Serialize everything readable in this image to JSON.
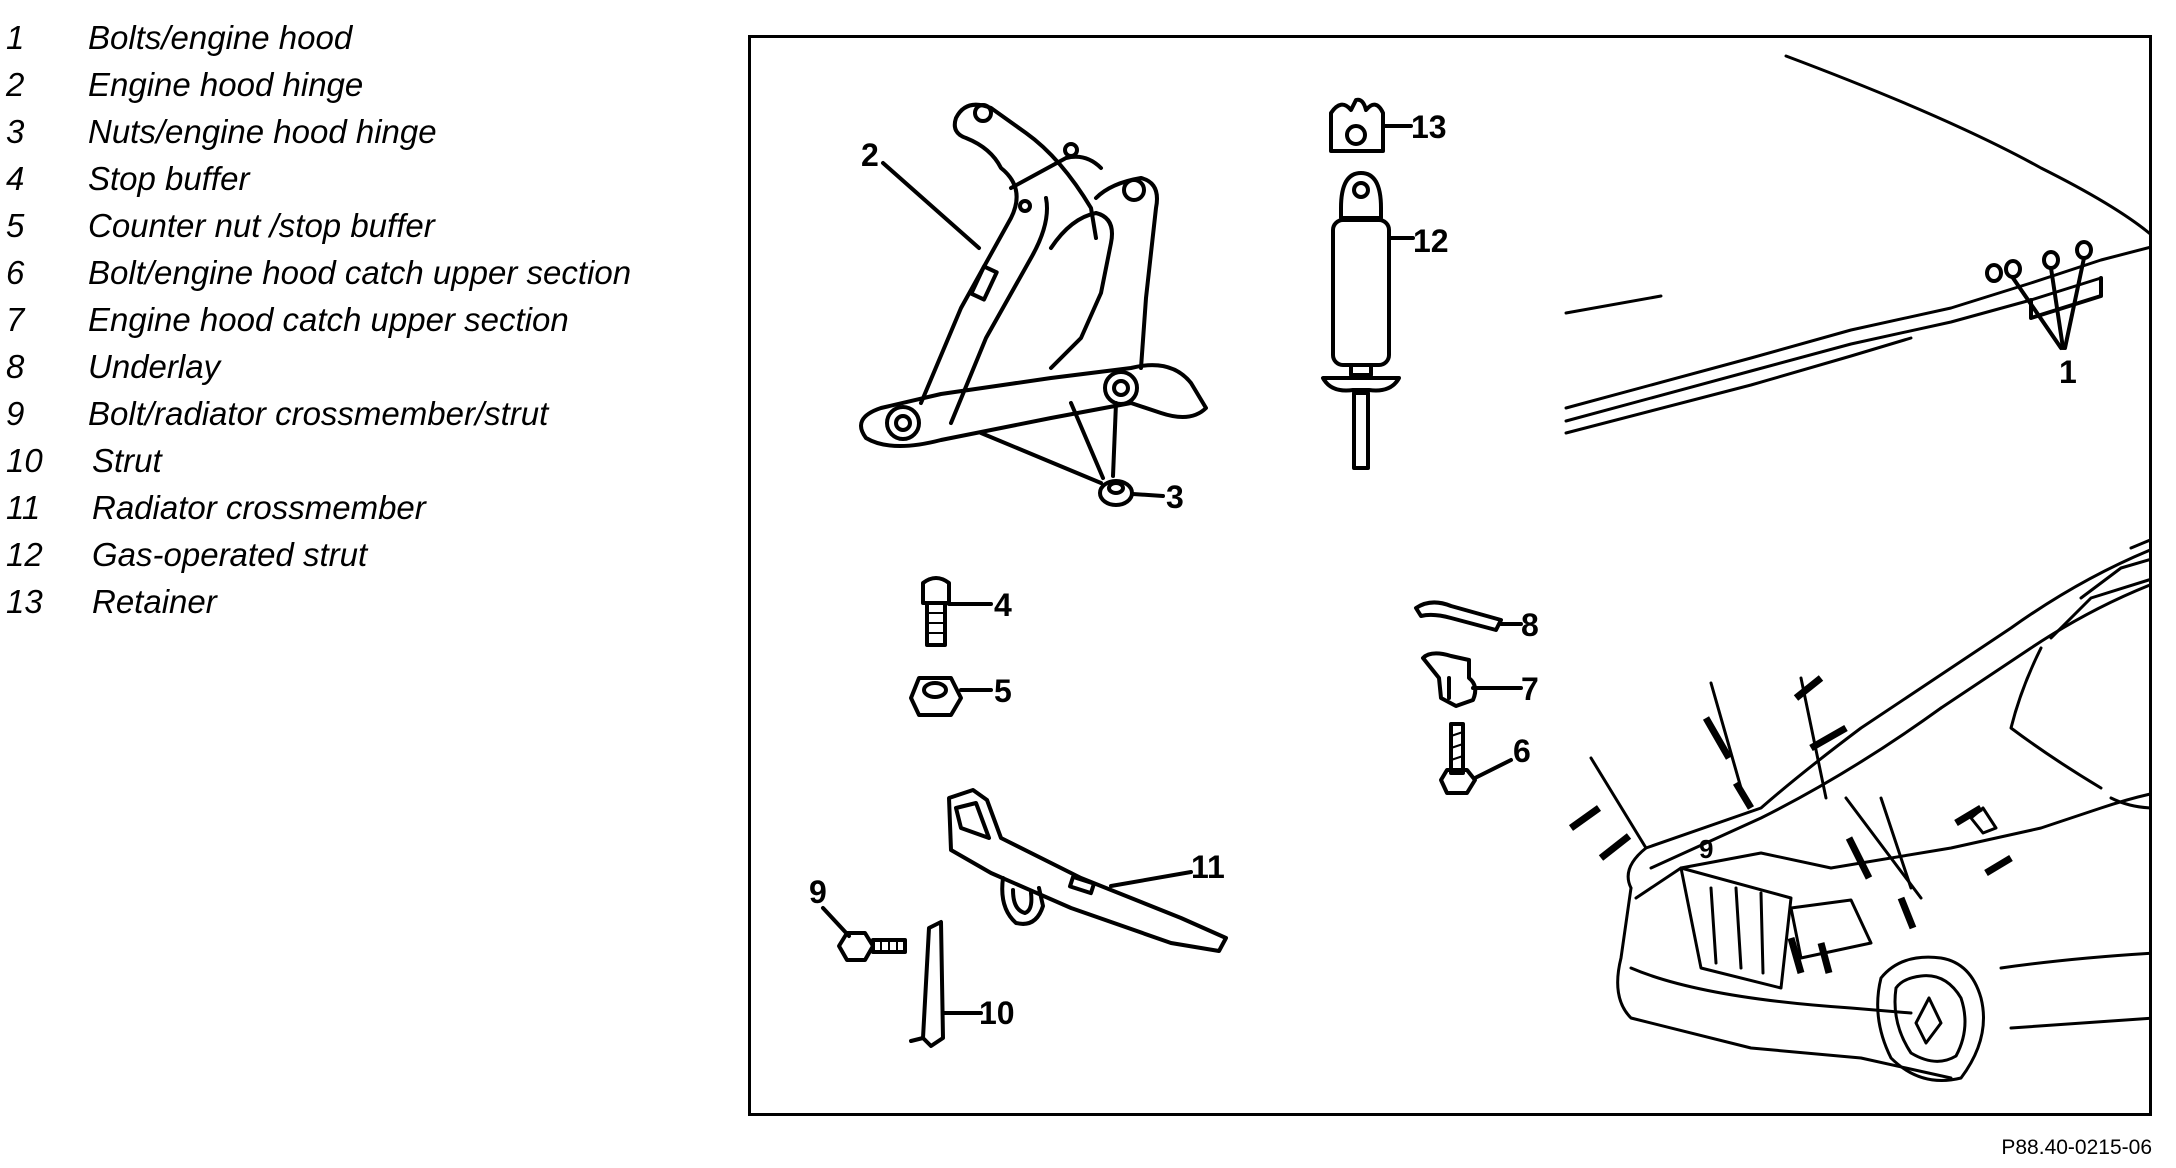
{
  "legend": [
    {
      "num": "1",
      "text": "Bolts/engine hood"
    },
    {
      "num": "2",
      "text": "Engine hood hinge"
    },
    {
      "num": "3",
      "text": "Nuts/engine hood hinge"
    },
    {
      "num": "4",
      "text": "Stop buffer"
    },
    {
      "num": "5",
      "text": "Counter nut /stop buffer"
    },
    {
      "num": "6",
      "text": "Bolt/engine hood catch upper section"
    },
    {
      "num": "7",
      "text": "Engine hood catch upper section"
    },
    {
      "num": "8",
      "text": "Underlay"
    },
    {
      "num": "9",
      "text": "Bolt/radiator crossmember/strut"
    },
    {
      "num": "10",
      "text": "Strut"
    },
    {
      "num": "11",
      "text": "Radiator crossmember"
    },
    {
      "num": "12",
      "text": "Gas-operated strut"
    },
    {
      "num": "13",
      "text": "Retainer"
    }
  ],
  "callouts": {
    "c1": "1",
    "c2": "2",
    "c3": "3",
    "c4": "4",
    "c5": "5",
    "c6": "6",
    "c7": "7",
    "c8": "8",
    "c9": "9",
    "c10": "10",
    "c11": "11",
    "c12": "12",
    "c13": "13",
    "car_9": "9"
  },
  "figure_code": "P88.40-0215-06"
}
